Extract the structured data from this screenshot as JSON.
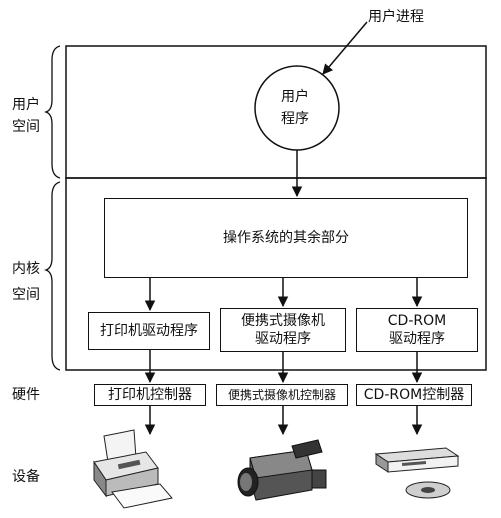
{
  "labels": {
    "user_process": "用户进程",
    "user_space_1": "用户",
    "user_space_2": "空间",
    "kernel_space_1": "内核",
    "kernel_space_2": "空间",
    "hardware": "硬件",
    "devices": "设备"
  },
  "user_program": {
    "line1": "用户",
    "line2": "程序"
  },
  "os_rest": "操作系统的其余部分",
  "drivers": {
    "printer": "打印机驱动程序",
    "camcorder_1": "便携式摄像机",
    "camcorder_2": "驱动程序",
    "cdrom_1": "CD-ROM",
    "cdrom_2": "驱动程序"
  },
  "controllers": {
    "printer": "打印机控制器",
    "camcorder": "便携式摄像机控制器",
    "cdrom": "CD-ROM控制器"
  }
}
